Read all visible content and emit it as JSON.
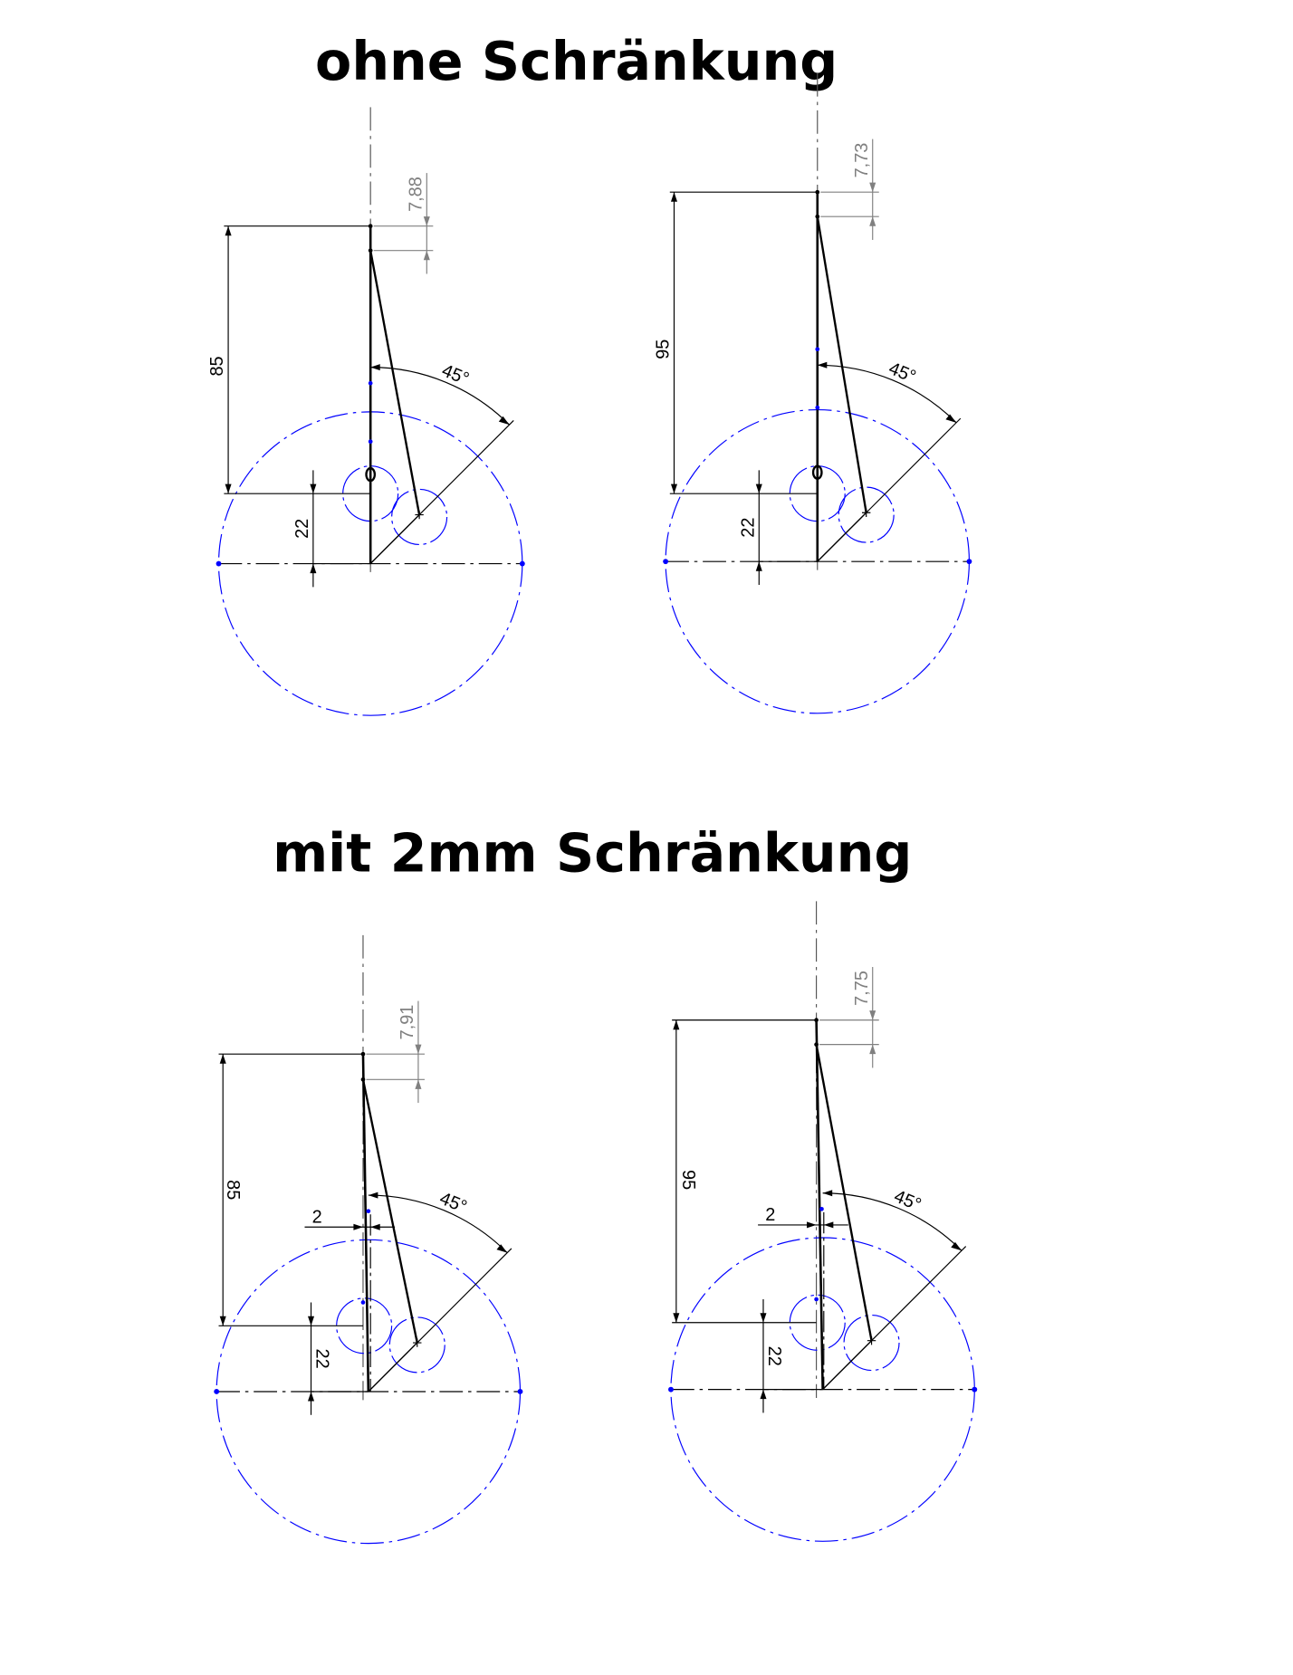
{
  "titles": {
    "top": "ohne Schränkung",
    "bottom": "mit 2mm Schränkung"
  },
  "panels": [
    {
      "height": "85",
      "offset": "22",
      "tip": "7,88",
      "angle": "45°",
      "set": null
    },
    {
      "height": "95",
      "offset": "22",
      "tip": "7,73",
      "angle": "45°",
      "set": null
    },
    {
      "height": "85",
      "offset": "22",
      "tip": "7,91",
      "angle": "45°",
      "set": "2"
    },
    {
      "height": "95",
      "offset": "22",
      "tip": "7,75",
      "angle": "45°",
      "set": "2"
    }
  ],
  "colors": {
    "construction": "#0000ff",
    "line": "#000000",
    "reference": "#808080"
  }
}
